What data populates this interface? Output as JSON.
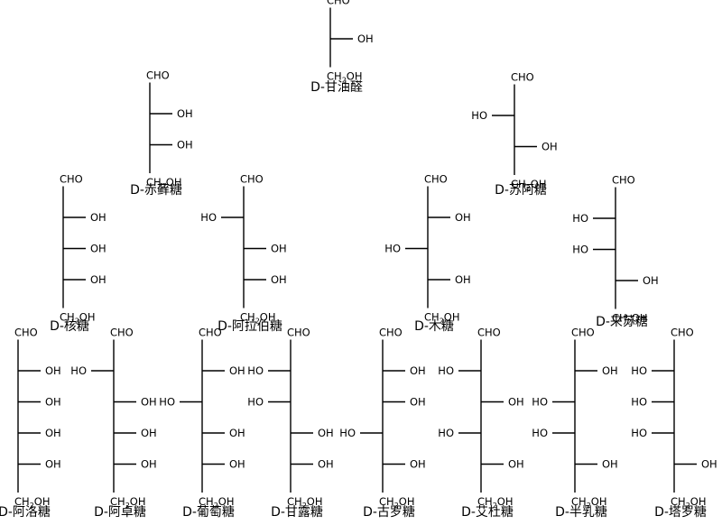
{
  "labels": {
    "aldehyde": "CHO",
    "hydroxyl": "OH",
    "hydroxyl_left": "HO",
    "terminal_prefix": "CH",
    "terminal_subscript": "2",
    "terminal_suffix": "OH"
  },
  "sugars": [
    {
      "name": "D-甘油醛",
      "carbons": 3,
      "chiral": [
        "R"
      ]
    },
    {
      "name": "D-赤藓糖",
      "carbons": 4,
      "chiral": [
        "R",
        "R"
      ]
    },
    {
      "name": "D-苏阿糖",
      "carbons": 4,
      "chiral": [
        "L",
        "R"
      ]
    },
    {
      "name": "D-核糖",
      "carbons": 5,
      "chiral": [
        "R",
        "R",
        "R"
      ]
    },
    {
      "name": "D-阿拉伯糖",
      "carbons": 5,
      "chiral": [
        "L",
        "R",
        "R"
      ]
    },
    {
      "name": "D-木糖",
      "carbons": 5,
      "chiral": [
        "R",
        "L",
        "R"
      ]
    },
    {
      "name": "D-来苏糖",
      "carbons": 5,
      "chiral": [
        "L",
        "L",
        "R"
      ]
    },
    {
      "name": "D-阿洛糖",
      "carbons": 6,
      "chiral": [
        "R",
        "R",
        "R",
        "R"
      ]
    },
    {
      "name": "D-阿卓糖",
      "carbons": 6,
      "chiral": [
        "L",
        "R",
        "R",
        "R"
      ]
    },
    {
      "name": "D-葡萄糖",
      "carbons": 6,
      "chiral": [
        "R",
        "L",
        "R",
        "R"
      ]
    },
    {
      "name": "D-甘露糖",
      "carbons": 6,
      "chiral": [
        "L",
        "L",
        "R",
        "R"
      ]
    },
    {
      "name": "D-古罗糖",
      "carbons": 6,
      "chiral": [
        "R",
        "R",
        "L",
        "R"
      ]
    },
    {
      "name": "D-艾杜糖",
      "carbons": 6,
      "chiral": [
        "L",
        "R",
        "L",
        "R"
      ]
    },
    {
      "name": "D-半乳糖",
      "carbons": 6,
      "chiral": [
        "R",
        "L",
        "L",
        "R"
      ]
    },
    {
      "name": "D-塔罗糖",
      "carbons": 6,
      "chiral": [
        "L",
        "L",
        "L",
        "R"
      ]
    }
  ]
}
